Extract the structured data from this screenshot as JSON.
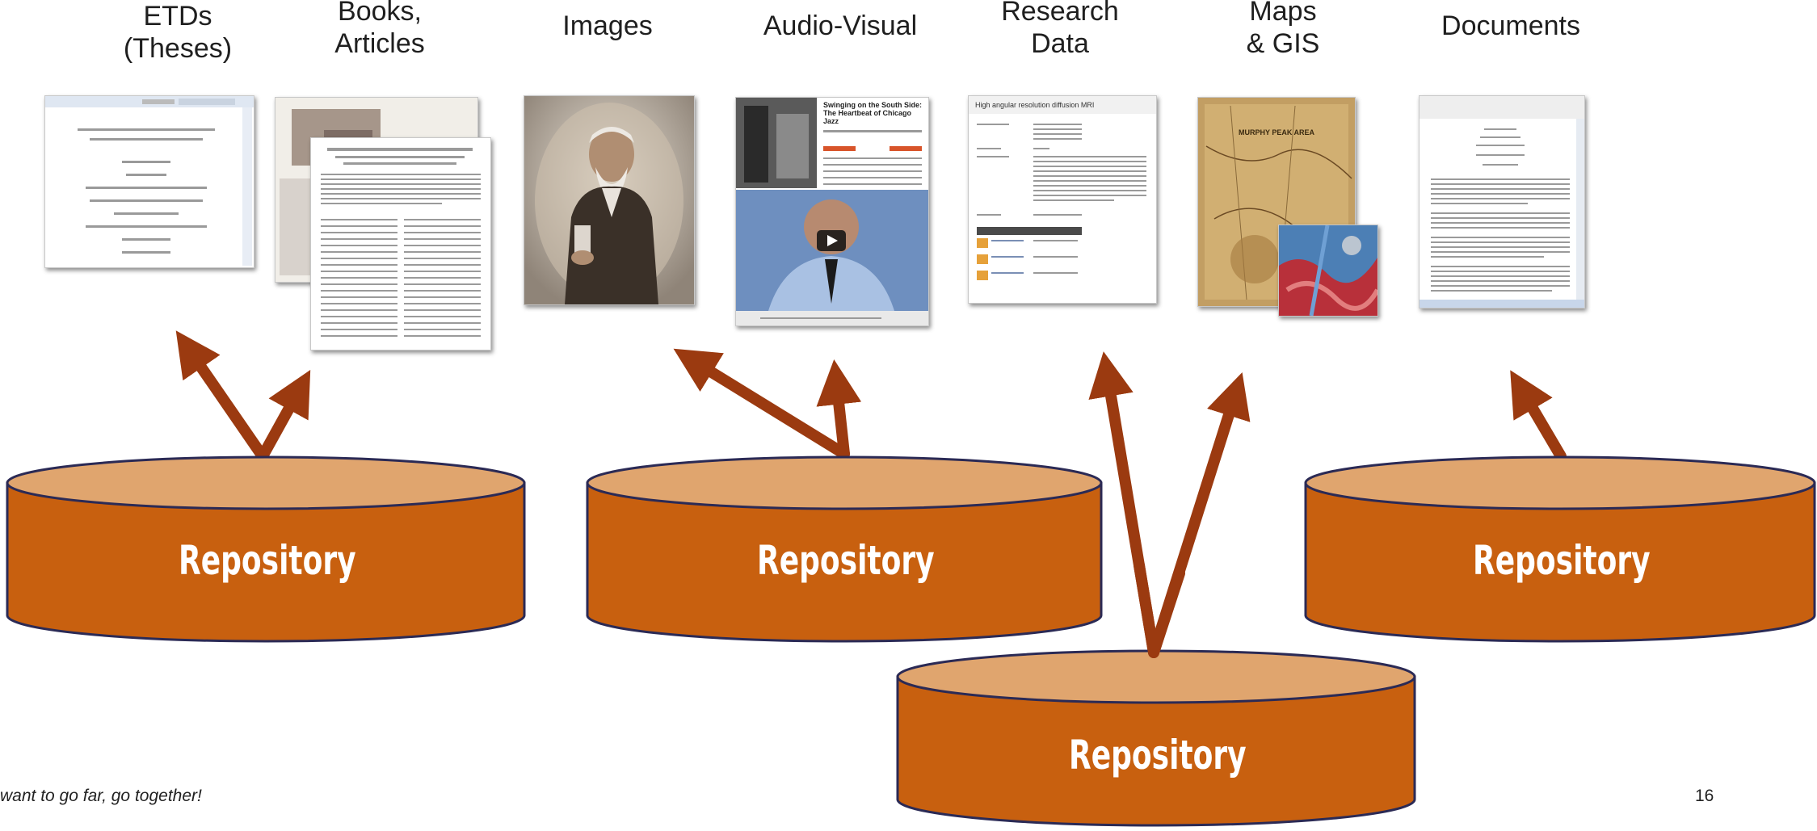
{
  "categories": [
    {
      "id": "etds",
      "label": "ETDs\n(Theses)"
    },
    {
      "id": "books",
      "label": "Books,\nArticles"
    },
    {
      "id": "images",
      "label": "Images"
    },
    {
      "id": "audio_visual",
      "label": "Audio-Visual"
    },
    {
      "id": "research_data",
      "label": "Research\nData"
    },
    {
      "id": "maps",
      "label": "Maps\n& GIS"
    },
    {
      "id": "documents",
      "label": "Documents"
    }
  ],
  "repositories": [
    {
      "label": "Repository"
    },
    {
      "label": "Repository"
    },
    {
      "label": "Repository"
    },
    {
      "label": "Repository"
    }
  ],
  "thumbnails": {
    "audio_visual_title": "Swinging on the South Side: The Heartbeat of Chicago Jazz",
    "research_data_title": "High angular resolution diffusion MRI",
    "maps_title": "MURPHY PEAK AREA"
  },
  "footer": {
    "quote": "want to go far, go together!",
    "page_number": "16"
  },
  "colors": {
    "arrow": "#9b3a10",
    "cylinder_body": "#c8600f",
    "cylinder_top": "#e0a56e",
    "cylinder_outline": "#2b2a55",
    "repository_text": "#ffffff"
  }
}
